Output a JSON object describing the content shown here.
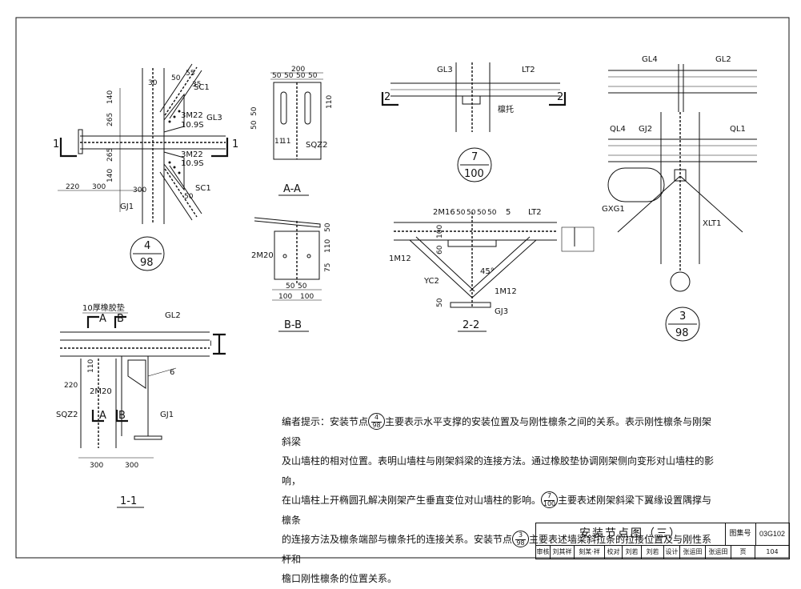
{
  "detail_4_98": {
    "labels": {
      "sc1_top": "SC1",
      "sc1_bot": "SC1",
      "gl3": "GL3",
      "gj1": "GJ1",
      "bolt_top": "3M22",
      "grade_top": "10.9S",
      "bolt_bot": "3M22",
      "grade_bot": "10.9S",
      "sec_left": "1",
      "sec_right": "1"
    },
    "dims": {
      "d140a": "140",
      "d265a": "265",
      "d265b": "265",
      "d140b": "140",
      "d300v": "300",
      "d220": "220",
      "d300": "300",
      "d30a": "30",
      "d50a": "50",
      "d55a": "55",
      "d35a": "35",
      "d50b": "50"
    },
    "ref": {
      "num": "4",
      "den": "98"
    }
  },
  "section_AA": {
    "title": "A-A",
    "dims": {
      "w200": "200",
      "w50a": "50",
      "w50b": "50",
      "w50c": "50",
      "w50d": "50",
      "h110": "110",
      "h50a": "50",
      "h50b": "50",
      "b11a": "11",
      "b11b": "11"
    },
    "labels": {
      "sqz2": "SQZ2"
    }
  },
  "section_BB": {
    "title": "B-B",
    "dims": {
      "h50": "50",
      "h110": "110",
      "h75": "75",
      "w50a": "50",
      "w50b": "50",
      "w100a": "100",
      "w100b": "100"
    },
    "labels": {
      "bolt": "2M20"
    }
  },
  "detail_7_100": {
    "labels": {
      "gl3": "GL3",
      "lt2": "LT2",
      "bracket": "檩托",
      "sec_left": "2",
      "sec_right": "2"
    },
    "ref": {
      "num": "7",
      "den": "100"
    }
  },
  "section_22": {
    "title": "2-2",
    "labels": {
      "bolt_top": "2M16",
      "num5": "5",
      "lt2": "LT2",
      "bolt_left": "1M12",
      "yc2": "YC2",
      "angle": "45°",
      "bolt_mid": "1M12",
      "gj3": "GJ3"
    },
    "dims": {
      "t50a": "50",
      "t50b": "50",
      "t50c": "50",
      "t50d": "50",
      "v100": "100",
      "v60": "60",
      "v50": "50"
    }
  },
  "detail_3_98": {
    "labels": {
      "gl4": "GL4",
      "gl2": "GL2",
      "ql4": "QL4",
      "gj2": "GJ2",
      "ql1": "QL1",
      "gxg1": "GXG1",
      "xlt1": "XLT1"
    },
    "ref": {
      "num": "3",
      "den": "98"
    }
  },
  "section_11": {
    "title": "1-1",
    "labels": {
      "pad": "10厚橡胶垫",
      "gl2": "GL2",
      "secA_top": "A",
      "secB_top": "B",
      "secA_bot": "A",
      "secB_bot": "B",
      "num6": "6",
      "bolt": "2M20",
      "sqz2": "SQZ2",
      "gj1": "GJ1"
    },
    "dims": {
      "d110": "110",
      "d220": "220",
      "d300a": "300",
      "d300b": "300"
    }
  },
  "note": {
    "p1_a": "编者提示：安装节点",
    "p1_b": "主要表示水平支撑的安装位置及与刚性檩条之间的关系。表示刚性檩条与刚架斜梁",
    "p2": "及山墙柱的相对位置。表明山墙柱与刚架斜梁的连接方法。通过橡胶垫协调刚架侧向变形对山墙柱的影响，",
    "p3_a": "在山墙柱上开椭圆孔解决刚架产生垂直变位对山墙柱的影响。",
    "p3_b": "主要表述刚架斜梁下翼缘设置隅撑与檩条",
    "p4_a": "的连接方法及檩条端部与檩条托的连接关系。安装节点",
    "p4_b": "主要表述墙梁斜拉条的拉接位置及与刚性系杆和",
    "p5": "檐口刚性檩条的位置关系。",
    "ref1": {
      "num": "4",
      "den": "98"
    },
    "ref2": {
      "num": "7",
      "den": "100"
    },
    "ref3": {
      "num": "3",
      "den": "98"
    }
  },
  "title_block": {
    "title": "安装节点图（三）",
    "atlas_label": "图集号",
    "atlas_no": "03G102",
    "row2": [
      "审核",
      "刘其祥",
      "刻某·祥",
      "校对",
      "刘若",
      "刘若",
      "设计",
      "张运田",
      "张运田",
      "页",
      "104"
    ]
  }
}
